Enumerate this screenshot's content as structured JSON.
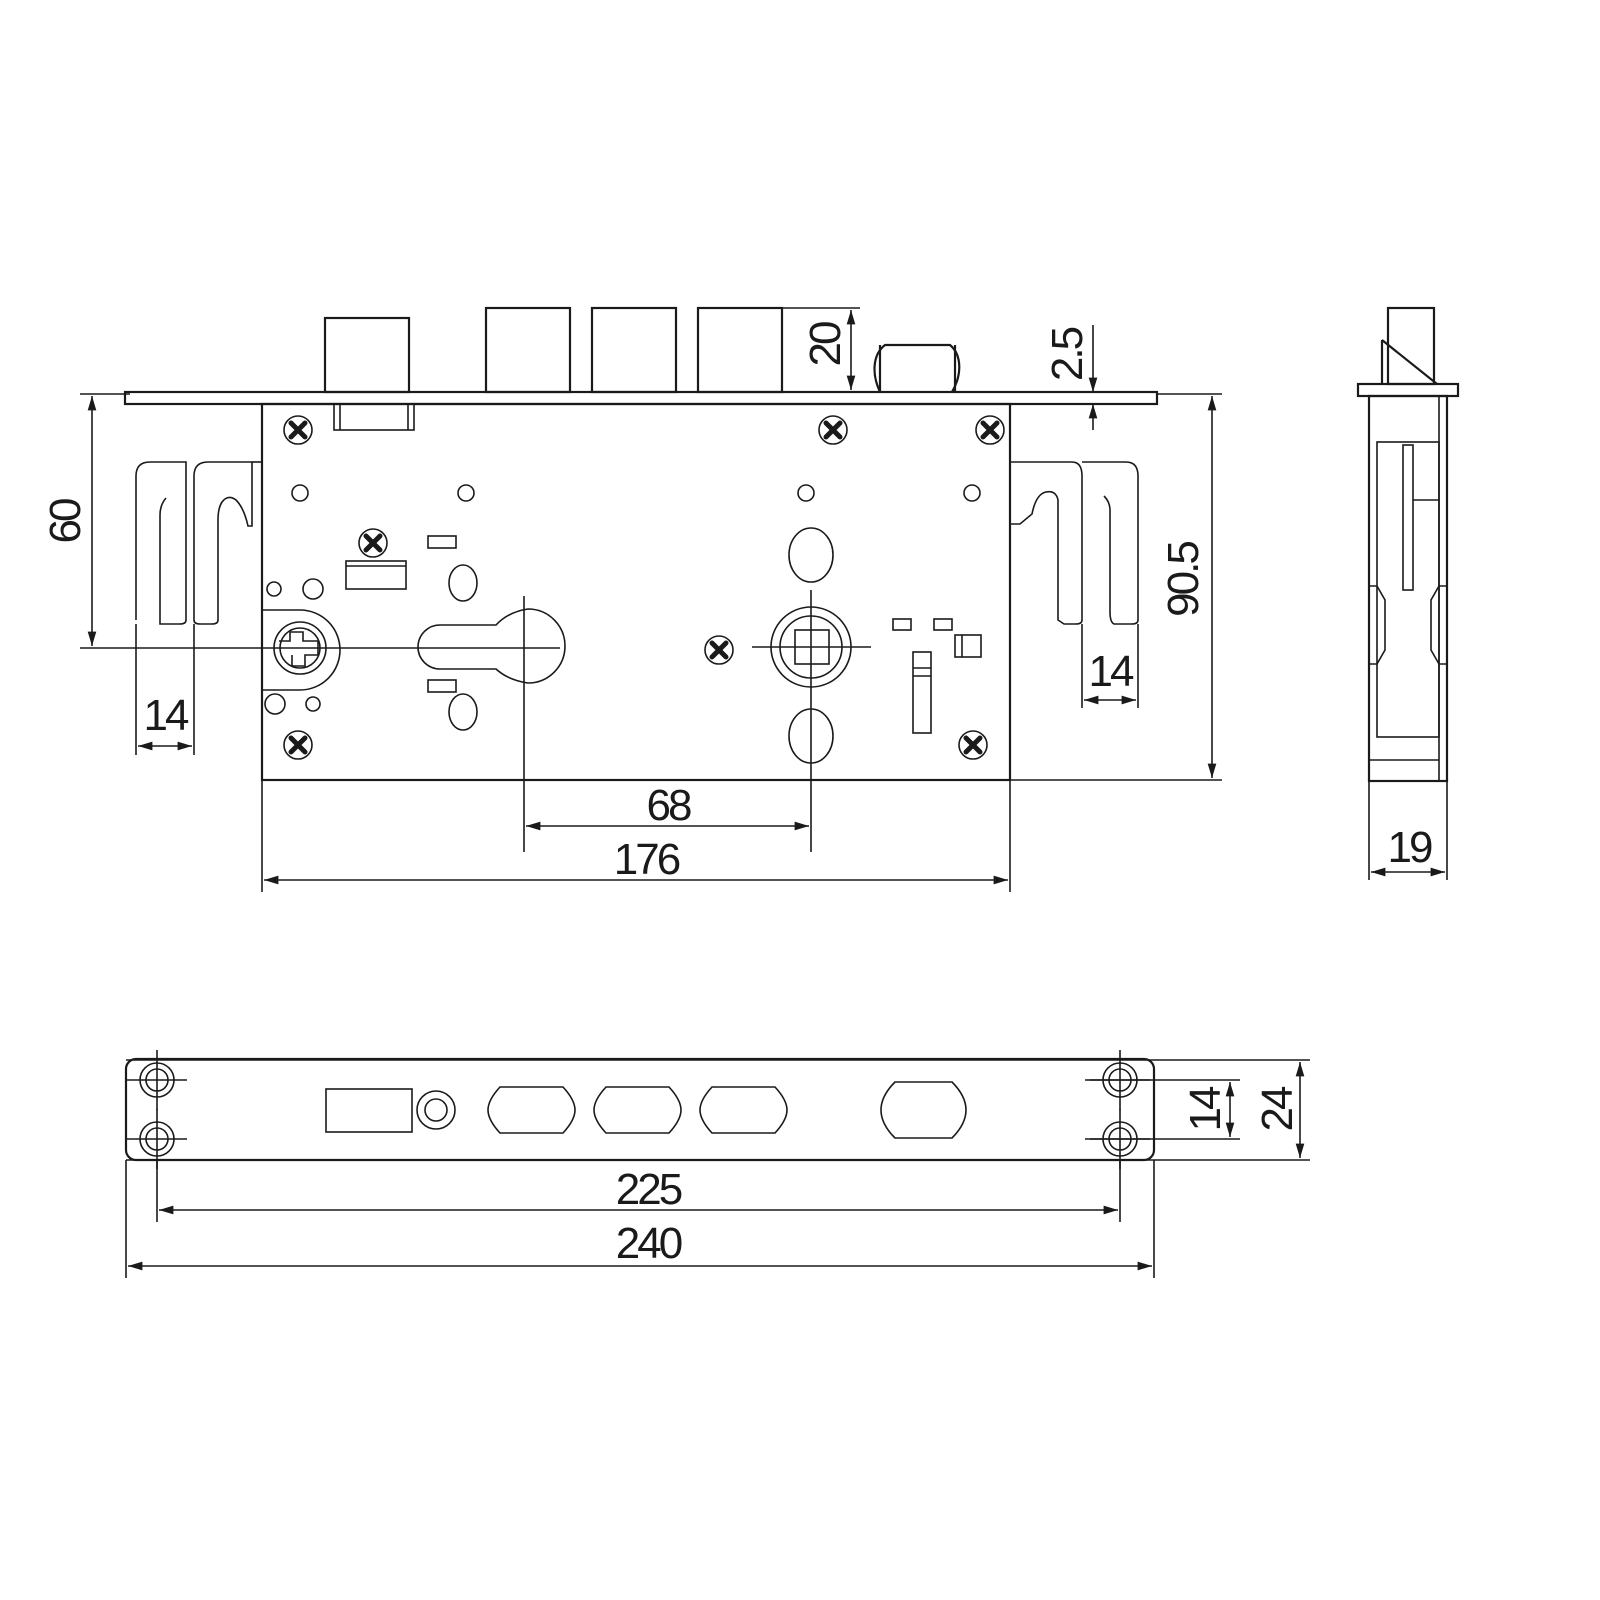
{
  "drawing": {
    "subject": "Mortise lock technical drawing",
    "colors": {
      "line": "#1a1a1a",
      "background": "#ffffff"
    },
    "front_view": {
      "dimensions": {
        "bolt_height": "20",
        "faceplate_thickness": "2.5",
        "backset_height": "60",
        "body_height": "90.5",
        "hook_width_left": "14",
        "hook_width_right": "14",
        "center_distance": "68",
        "body_width": "176"
      }
    },
    "side_view": {
      "dimensions": {
        "depth": "19"
      }
    },
    "faceplate_view": {
      "dimensions": {
        "hole_spacing_vertical": "14",
        "plate_height": "24",
        "hole_spacing_horizontal": "225",
        "plate_length": "240"
      }
    }
  }
}
